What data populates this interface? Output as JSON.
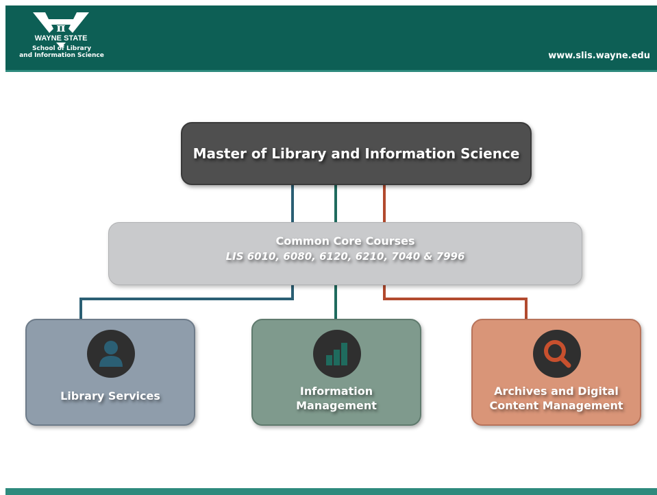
{
  "header": {
    "logo_text": "WAYNE STATE",
    "school_line1": "School of Library",
    "school_line2": "and Information Science",
    "url": "www.slis.wayne.edu"
  },
  "diagram": {
    "program": "Master of Library and Information Science",
    "core": {
      "title": "Common Core Courses",
      "courses": "LIS 6010, 6080, 6120, 6210, 7040 & 7996"
    },
    "tracks": [
      {
        "line1": "Library Services",
        "line2": "",
        "icon": "person-icon",
        "color": "#8f9dab"
      },
      {
        "line1": "Information",
        "line2": "Management",
        "icon": "bar-chart-icon",
        "color": "#7f9a8d"
      },
      {
        "line1": "Archives and Digital",
        "line2": "Content Management",
        "icon": "magnifier-icon",
        "color": "#d99578"
      }
    ],
    "connector_colors": {
      "blue": "#2b5f74",
      "teal": "#1f6b5e",
      "rust": "#b24a2e"
    }
  }
}
